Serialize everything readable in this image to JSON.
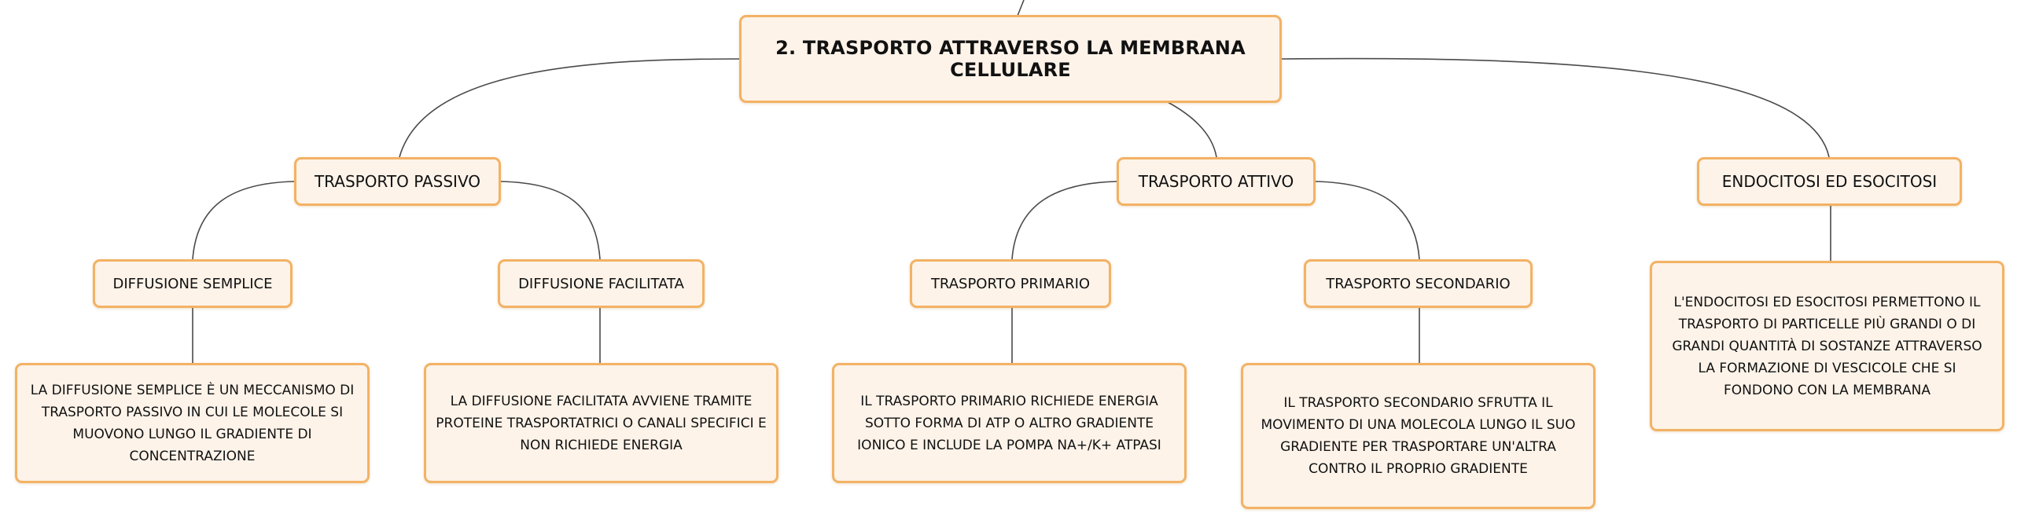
{
  "map": {
    "root": "2. TRASPORTO ATTRAVERSO LA MEMBRANA CELLULARE",
    "passivo": {
      "title": "TRASPORTO PASSIVO",
      "semplice": {
        "title": "DIFFUSIONE SEMPLICE",
        "desc": "LA DIFFUSIONE SEMPLICE È UN MECCANISMO DI TRASPORTO PASSIVO IN CUI LE MOLECOLE SI MUOVONO LUNGO IL GRADIENTE DI CONCENTRAZIONE"
      },
      "facilitata": {
        "title": "DIFFUSIONE FACILITATA",
        "desc": "LA DIFFUSIONE FACILITATA AVVIENE TRAMITE PROTEINE TRASPORTATRICI O CANALI SPECIFICI E NON RICHIEDE ENERGIA"
      }
    },
    "attivo": {
      "title": "TRASPORTO ATTIVO",
      "primario": {
        "title": "TRASPORTO PRIMARIO",
        "desc": "IL TRASPORTO PRIMARIO RICHIEDE ENERGIA SOTTO FORMA DI ATP O ALTRO GRADIENTE IONICO E INCLUDE LA POMPA NA+/K+ ATPASI"
      },
      "secondario": {
        "title": "TRASPORTO SECONDARIO",
        "desc": "IL TRASPORTO SECONDARIO SFRUTTA IL MOVIMENTO DI UNA MOLECOLA LUNGO IL SUO GRADIENTE PER TRASPORTARE UN'ALTRA CONTRO IL PROPRIO GRADIENTE"
      }
    },
    "endo": {
      "title": "ENDOCITOSI ED ESOCITOSI",
      "desc": "L'ENDOCITOSI ED ESOCITOSI PERMETTONO IL TRASPORTO DI PARTICELLE PIÙ GRANDI O DI GRANDI QUANTITÀ DI SOSTANZE ATTRAVERSO LA FORMAZIONE DI VESCICOLE CHE SI FONDONO CON LA MEMBRANA"
    }
  }
}
